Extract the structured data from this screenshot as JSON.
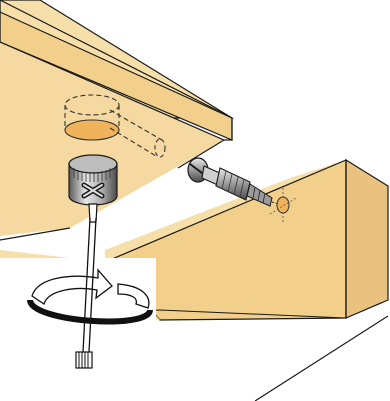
{
  "figure": {
    "kind": "assembly-instruction-illustration",
    "text": [],
    "colors": {
      "wood_top": "#f7dfa9",
      "wood_front": "#f2cf8a",
      "wood_side": "#e9c27f",
      "outline": "#1a1a1a",
      "metal_light": "#e8e8e8",
      "metal_mid": "#a9a9a9",
      "metal_dark": "#5a5a5a",
      "hole_fill": "#f0b25a",
      "arrow_white": "#ffffff",
      "arrow_shadow": "#111111"
    },
    "icons": [
      "upper-panel",
      "lower-panel",
      "cam-lock-hole-dashed",
      "cam-lock",
      "cam-dowel-bolt",
      "pilot-hole",
      "screwdriver",
      "rotation-arrow"
    ]
  }
}
